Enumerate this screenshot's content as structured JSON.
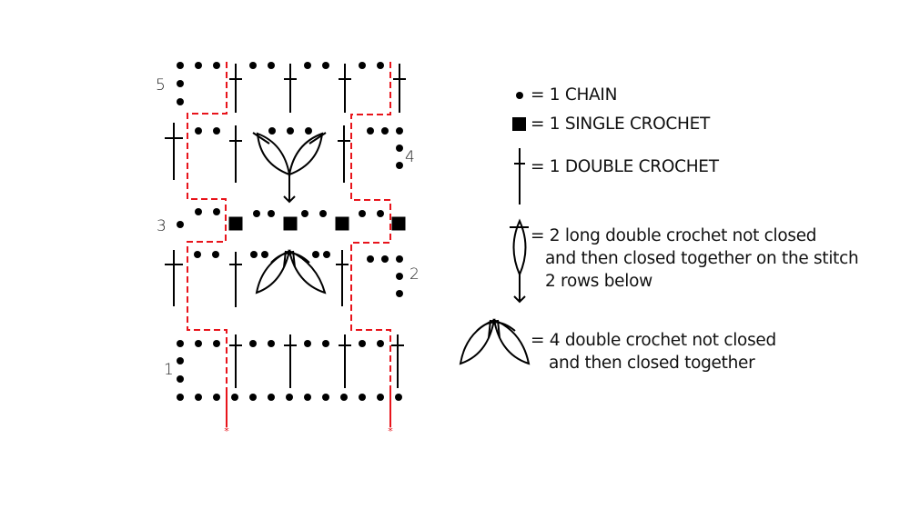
{
  "diagram": {
    "type": "crochet-chart",
    "row_labels": [
      "1",
      "2",
      "3",
      "4",
      "5"
    ],
    "colors": {
      "stitch": "#000000",
      "repeat_marker": "#e8141b",
      "background": "#ffffff"
    },
    "repeat_marker_symbol": "*"
  },
  "legend": {
    "items": [
      {
        "symbol": "chain-icon",
        "text": "= 1 CHAIN"
      },
      {
        "symbol": "single-crochet-icon",
        "text": "= 1 SINGLE CROCHET"
      },
      {
        "symbol": "double-crochet-icon",
        "text": "= 1 DOUBLE CROCHET"
      },
      {
        "symbol": "long-double-crochet-cluster-icon",
        "lines": [
          "= 2 long double crochet not closed",
          "and then closed together on the stitch",
          "2 rows below"
        ]
      },
      {
        "symbol": "four-double-crochet-cluster-icon",
        "lines": [
          "= 4 double crochet not closed",
          "and then closed together"
        ]
      }
    ]
  }
}
